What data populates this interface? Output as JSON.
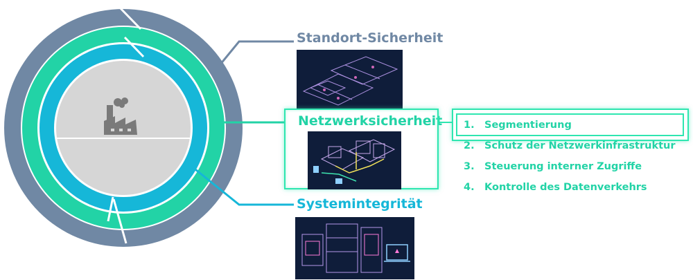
{
  "sections": [
    {
      "title": "Standort-Sicherheit",
      "color": "#7088a4",
      "image": "facility-floorplan-illustration"
    },
    {
      "title": "Netzwerksicherheit",
      "color": "#22d3a6",
      "image": "network-infrastructure-illustration",
      "highlighted": true
    },
    {
      "title": "Systemintegrität",
      "color": "#16b7d8",
      "image": "system-hardware-illustration"
    }
  ],
  "center_icon": "factory-icon",
  "list": [
    {
      "number": "1.",
      "label": "Segmentierung",
      "active": true
    },
    {
      "number": "2.",
      "label": "Schutz der Netzwerkinfrastruktur"
    },
    {
      "number": "3.",
      "label": "Steuerung interner Zugriffe"
    },
    {
      "number": "4.",
      "label": "Kontrolle des Datenverkehrs"
    }
  ],
  "colors": {
    "outer_ring": "#7088a4",
    "middle_ring": "#22d3a6",
    "inner_ring": "#16b7d8",
    "core": "#d6d6d6",
    "icon": "#7a7a7a",
    "glow": "#2ee6b0"
  }
}
